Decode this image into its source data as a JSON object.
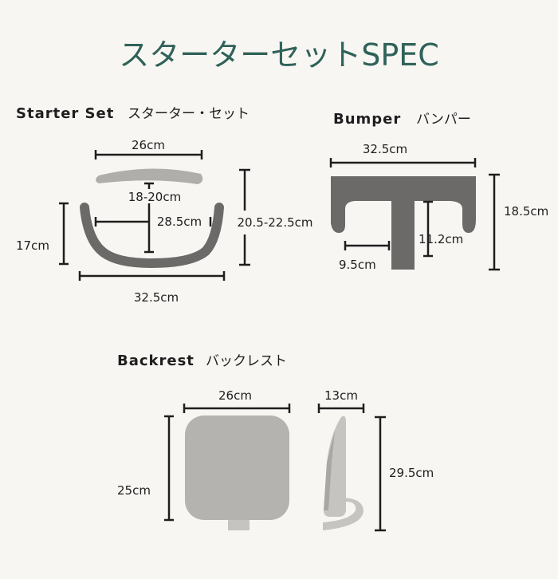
{
  "title": "スターターセットSPEC",
  "starter_set": {
    "label": "Starter Set",
    "label_jp": "スターター・セット",
    "dims": {
      "top_width": "26cm",
      "pad_gap": "18-20cm",
      "inner_width": "28.5cm",
      "height_range": "20.5-22.5cm",
      "height": "17cm",
      "bottom_width": "32.5cm"
    }
  },
  "bumper": {
    "label": "Bumper",
    "label_jp": "バンパー",
    "dims": {
      "width": "32.5cm",
      "height": "18.5cm",
      "stem_height": "11.2cm",
      "arm_width": "9.5cm"
    }
  },
  "backrest": {
    "label": "Backrest",
    "label_jp": "バックレスト",
    "dims": {
      "width": "26cm",
      "height": "25cm",
      "depth": "13cm",
      "total_height": "29.5cm"
    }
  },
  "colors": {
    "title": "#2f6259",
    "tray": "#6b6a69",
    "pad": "#b0aeab",
    "backrest": "#b5b3b0",
    "background": "#f8f6f3"
  }
}
